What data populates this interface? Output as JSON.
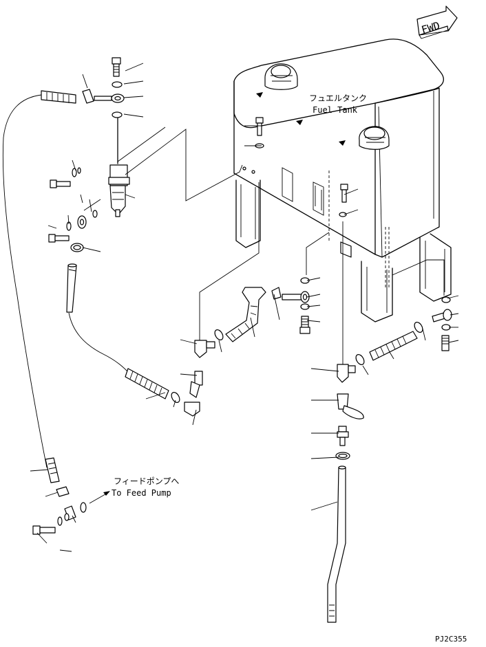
{
  "labels": {
    "fuel_tank_jp": "フュエルタンク",
    "fuel_tank_en": "Fuel Tank",
    "feed_pump_jp": "フィードポンプへ",
    "feed_pump_en": "To Feed Pump",
    "fwd": "FWD",
    "drawing_code": "PJ2C355"
  },
  "leader_count": 36,
  "icons": [
    "fwd-arrow-icon"
  ]
}
